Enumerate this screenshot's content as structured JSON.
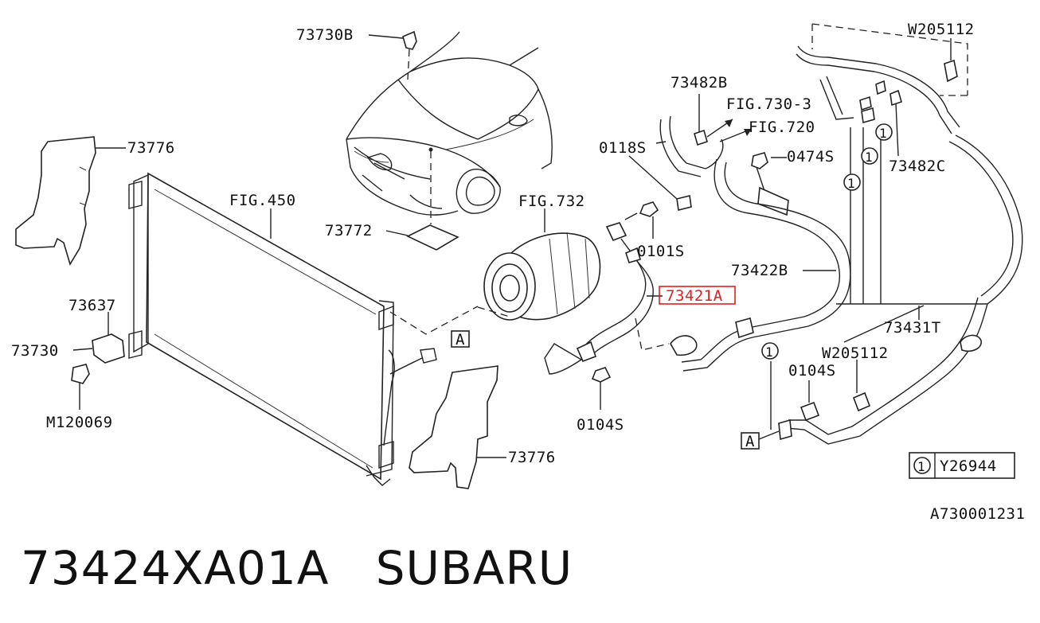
{
  "caption": {
    "part_number": "73424XA01A",
    "brand": "SUBARU"
  },
  "labels": {
    "l73730B": "73730B",
    "l73776_top": "73776",
    "l73776_bottom": "73776",
    "fig450": "FIG.450",
    "l73772": "73772",
    "l73637": "73637",
    "l73730": "73730",
    "m120069": "M120069",
    "fig732": "FIG.732",
    "l0101S": "0101S",
    "l73421A": "73421A",
    "l0104S_center": "0104S",
    "l73482B": "73482B",
    "fig730_3": "FIG.730-3",
    "fig720": "FIG.720",
    "l0118S": "0118S",
    "l0474S": "0474S",
    "l73422B": "73422B",
    "w205112_top": "W205112",
    "l73482C": "73482C",
    "l73431T": "73431T",
    "w205112_mid": "W205112",
    "l0104S_right": "0104S",
    "ref_A_left": "A",
    "ref_A_right": "A",
    "legend_num": "1",
    "legend_code": "Y26944",
    "diagram_id": "A730001231",
    "c1_a": "1",
    "c1_b": "1",
    "c1_c": "1",
    "c1_d": "1"
  },
  "highlight": {
    "target": "73421A",
    "color": "#e02020"
  }
}
